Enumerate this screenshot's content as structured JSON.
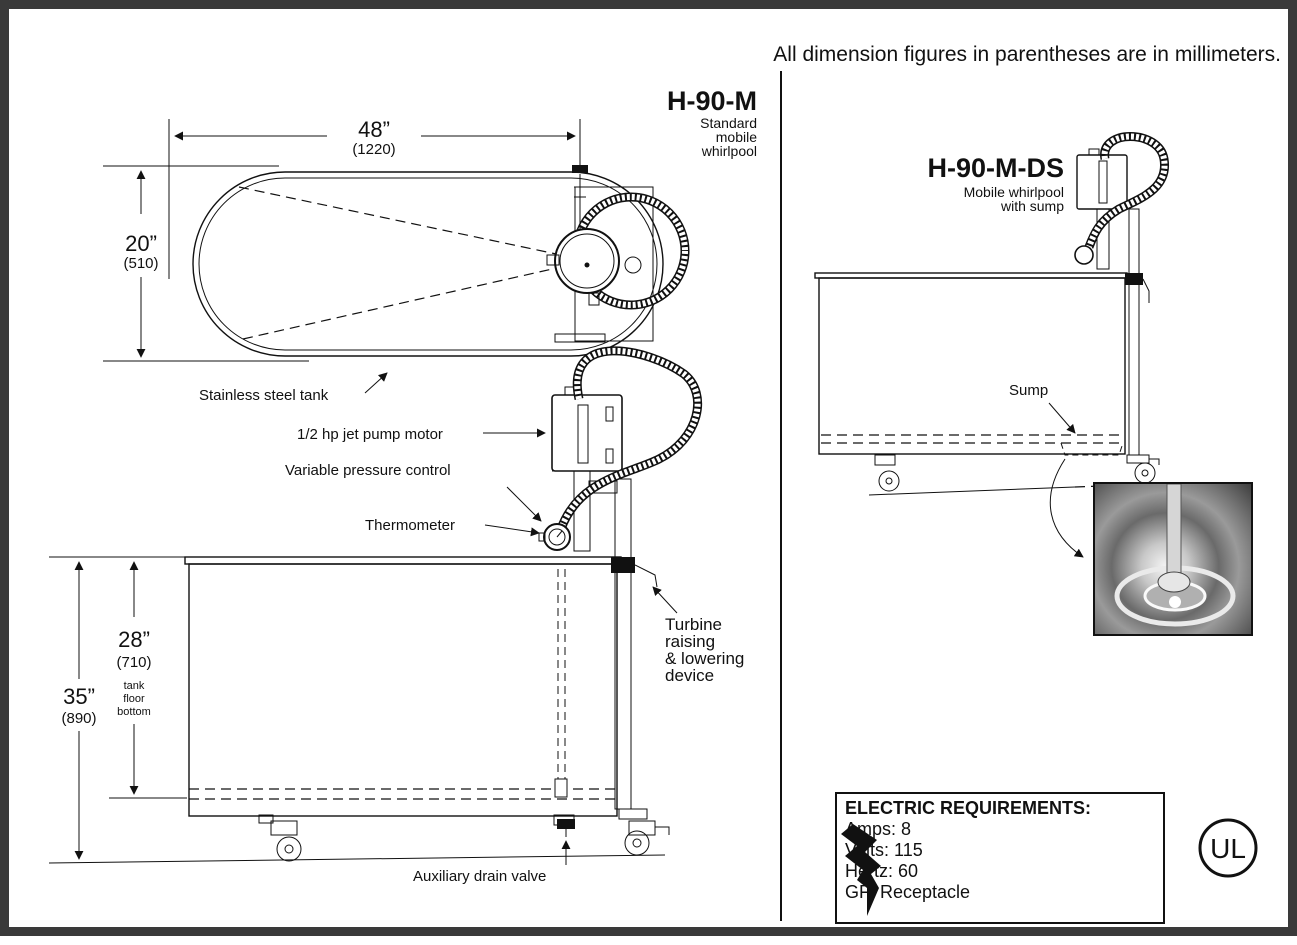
{
  "note": "All dimension figures in parentheses are in millimeters.",
  "model_a": {
    "name": "H-90-M",
    "desc": [
      "Standard",
      "mobile",
      "whirlpool"
    ]
  },
  "model_b": {
    "name": "H-90-M-DS",
    "desc": [
      "Mobile whirlpool",
      "with sump"
    ]
  },
  "dims": {
    "length": {
      "in": "48”",
      "mm": "(1220)"
    },
    "width": {
      "in": "20”",
      "mm": "(510)"
    },
    "tank_depth": {
      "in": "28”",
      "mm": "(710)",
      "note": [
        "tank",
        "floor",
        "bottom"
      ]
    },
    "height": {
      "in": "35”",
      "mm": "(890)"
    }
  },
  "labels": {
    "tank": "Stainless steel tank",
    "motor": "1/2 hp jet pump motor",
    "pressure": "Variable pressure control",
    "thermo": "Thermometer",
    "turbine": [
      "Turbine",
      "raising",
      "& lowering",
      "device"
    ],
    "drain": "Auxiliary drain valve",
    "sump": "Sump"
  },
  "electric": {
    "title": "ELECTRIC REQUIREMENTS:",
    "rows": [
      "Amps: 8",
      "Volts: 115",
      "Hertz: 60",
      "GFI Receptacle"
    ]
  },
  "logo": {
    "text": "UL"
  },
  "icons": {
    "bolt": "lightning-bolt-icon",
    "cert": "ul-certification-icon"
  }
}
